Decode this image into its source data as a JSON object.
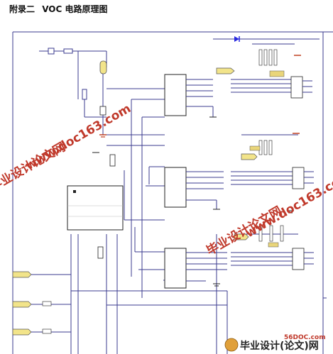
{
  "heading": {
    "appendix": "附录二",
    "title": "VOC 电路原理图"
  },
  "watermarks": {
    "site_url": "www.doc163.com",
    "site_name": "毕业设计论文网"
  },
  "footer": {
    "site_domain": "56DOC.com",
    "brand": "毕业设计(论文)网"
  },
  "colors": {
    "wire": "#3b3b8f",
    "component": "#222222",
    "connector_fill": "#f2e48a",
    "watermark": "#c0392b",
    "led": "#2a2ae0"
  }
}
